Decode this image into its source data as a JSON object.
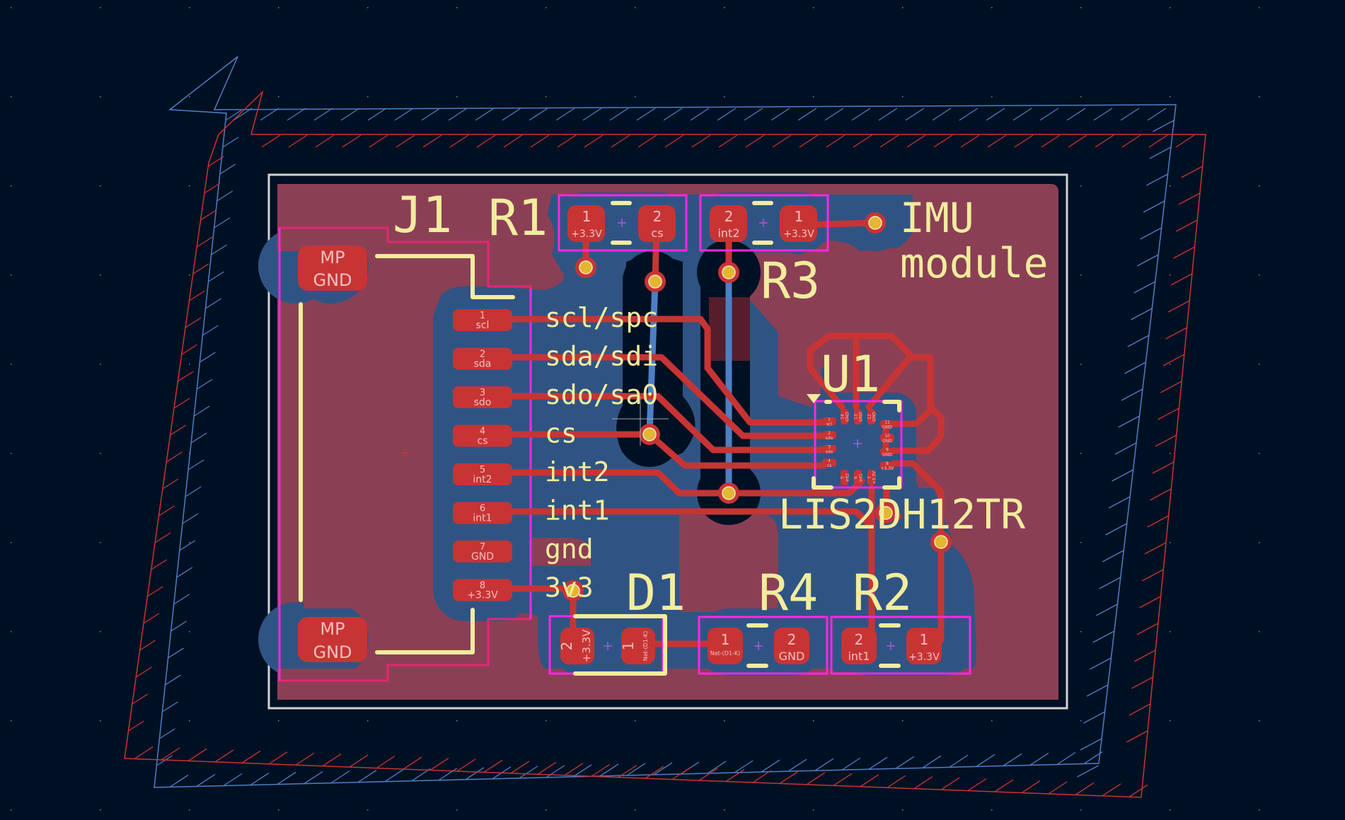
{
  "app": {
    "view": "PCB Editor canvas",
    "background_color": "#001023"
  },
  "colors": {
    "front_copper_zone": "#8b3f55",
    "back_copper_zone": "#2f5484",
    "front_copper": "#c83434",
    "back_copper": "#4d7fc4",
    "silkscreen": "#f2ec9e",
    "courtyard": "#ff26e2",
    "board_edge": "#d0d2cd",
    "via_hole": "#e3b72f",
    "keepout_front": "#c83434",
    "keepout_back": "#4d7fc4"
  },
  "board": {
    "title_line1": "IMU",
    "title_line2": "module"
  },
  "components": {
    "J1": {
      "ref": "J1",
      "mount_pads": [
        {
          "line1": "MP",
          "line2": "GND"
        },
        {
          "line1": "MP",
          "line2": "GND"
        }
      ],
      "pins": [
        {
          "num": "1",
          "net": "scl",
          "label": "scl/spc"
        },
        {
          "num": "2",
          "net": "sda",
          "label": "sda/sdi"
        },
        {
          "num": "3",
          "net": "sdo",
          "label": "sdo/sa0"
        },
        {
          "num": "4",
          "net": "cs",
          "label": "cs"
        },
        {
          "num": "5",
          "net": "int2",
          "label": "int2"
        },
        {
          "num": "6",
          "net": "int1",
          "label": "int1"
        },
        {
          "num": "7",
          "net": "GND",
          "label": "gnd"
        },
        {
          "num": "8",
          "net": "+3.3V",
          "label": "3v3"
        }
      ]
    },
    "R1": {
      "ref": "R1",
      "pads": [
        {
          "num": "1",
          "net": "+3.3V"
        },
        {
          "num": "2",
          "net": "cs"
        }
      ]
    },
    "R3": {
      "ref": "R3",
      "pads": [
        {
          "num": "2",
          "net": "int2"
        },
        {
          "num": "1",
          "net": "+3.3V"
        }
      ]
    },
    "R4": {
      "ref": "R4",
      "pads": [
        {
          "num": "1",
          "net": "Net-(D1-K)"
        },
        {
          "num": "2",
          "net": "GND"
        }
      ]
    },
    "R2": {
      "ref": "R2",
      "pads": [
        {
          "num": "2",
          "net": "int1"
        },
        {
          "num": "1",
          "net": "+3.3V"
        }
      ]
    },
    "D1": {
      "ref": "D1",
      "pads": [
        {
          "num": "2",
          "net": "+3.3V"
        },
        {
          "num": "1",
          "net": "Net-(D1-K)"
        }
      ]
    },
    "U1": {
      "ref": "U1",
      "value": "LIS2DH12TR",
      "pins_left": [
        {
          "num": "1",
          "net": "scl"
        },
        {
          "num": "2",
          "net": "sda"
        },
        {
          "num": "3",
          "net": "sdo"
        },
        {
          "num": "4",
          "net": "cs"
        }
      ],
      "pins_bottom": [
        {
          "num": "5",
          "net": "int2"
        },
        {
          "num": "6",
          "net": "int1"
        },
        {
          "num": "7",
          "net": "+3.3V"
        }
      ],
      "pins_right": [
        {
          "num": "8",
          "net": "+3.3V"
        },
        {
          "num": "9",
          "net": "GND"
        },
        {
          "num": "10",
          "net": "GND"
        },
        {
          "num": "11",
          "net": "GND"
        }
      ],
      "pins_top": [
        {
          "num": "14",
          "net": "GND"
        },
        {
          "num": "13",
          "net": "GND"
        },
        {
          "num": "12",
          "net": "GND"
        }
      ]
    }
  }
}
